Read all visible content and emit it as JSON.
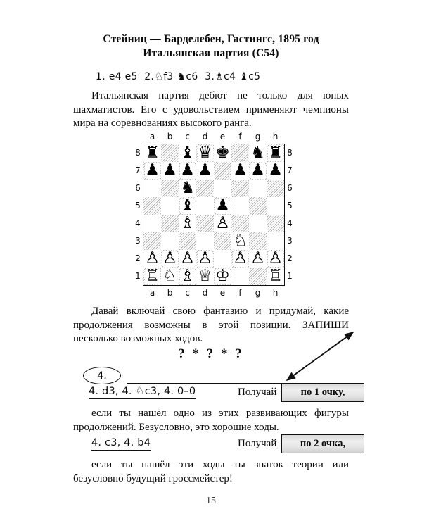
{
  "header": {
    "title_line1": "Стейниц — Барделебен, Гастингс, 1895 год",
    "title_line2": "Итальянская партия (С54)"
  },
  "moves_line": {
    "m1": "1. e4 e5",
    "m2_num": "2.",
    "m2_knight": "♘",
    "m2_white": "f3",
    "m2_black_knight": "♞",
    "m2_black": "c6",
    "m3_num": "3.",
    "m3_bishop": "♗",
    "m3_white": "c4",
    "m3_black_bishop": "♝",
    "m3_black": "c5",
    "full_text": "1. e4 e5  2.♘f3 ♞c6  3.♗c4 ♝c5"
  },
  "paragraphs": {
    "intro": "Итальянская партия дебют не только для юных шахматистов. Его с удовольствием применяют чемпионы мира на соревнованиях высокого ранга.",
    "fantasy": "Давай включай свою фантазию и придумай, какие продолжения возможны в этой позиции. ЗАПИШИ несколько возможных ходов.",
    "rule1": "если ты нашёл одно из этих развивающих фигуры продолжений. Безусловно, это хорошие ходы.",
    "rule2": "если ты нашёл эти ходы ты знаток теории или безусловно будущий гроссмейстер!"
  },
  "qmarks": "? * ? * ?",
  "answer": {
    "number": "4.",
    "value": "",
    "placeholder": ""
  },
  "board": {
    "files": [
      "a",
      "b",
      "c",
      "d",
      "e",
      "f",
      "g",
      "h"
    ],
    "ranks": [
      "8",
      "7",
      "6",
      "5",
      "4",
      "3",
      "2",
      "1"
    ],
    "position_fen": "r1bqk1nr/pppp1ppp/2n5/2b1p3/2B1P3/5N2/PPPP1PPP/RNBQK2R",
    "rows": [
      [
        "♜",
        "",
        "♝",
        "♛",
        "♚",
        "",
        "♞",
        "♜"
      ],
      [
        "♟",
        "♟",
        "♟",
        "♟",
        "",
        "♟",
        "♟",
        "♟"
      ],
      [
        "",
        "",
        "♞",
        "",
        "",
        "",
        "",
        ""
      ],
      [
        "",
        "",
        "♝",
        "",
        "♟",
        "",
        "",
        ""
      ],
      [
        "",
        "",
        "♗",
        "",
        "♙",
        "",
        "",
        ""
      ],
      [
        "",
        "",
        "",
        "",
        "",
        "♘",
        "",
        ""
      ],
      [
        "♙",
        "♙",
        "♙",
        "♙",
        "",
        "♙",
        "♙",
        "♙"
      ],
      [
        "♖",
        "♘",
        "♗",
        "♕",
        "♔",
        "",
        "",
        "♖"
      ]
    ]
  },
  "scores": [
    {
      "moves": "4. d3,  4. ♘c3,  4. 0–0",
      "get_label": "Получай",
      "points": "по 1 очку,"
    },
    {
      "moves": "4. c3,  4. b4",
      "get_label": "Получай",
      "points": "по 2 очка,"
    }
  ],
  "page_number": "15",
  "colors": {
    "ink": "#0a0a0a",
    "paper": "#ffffff",
    "box_fill": "#e4e4e4",
    "dark_square": "#9c9c9c"
  }
}
